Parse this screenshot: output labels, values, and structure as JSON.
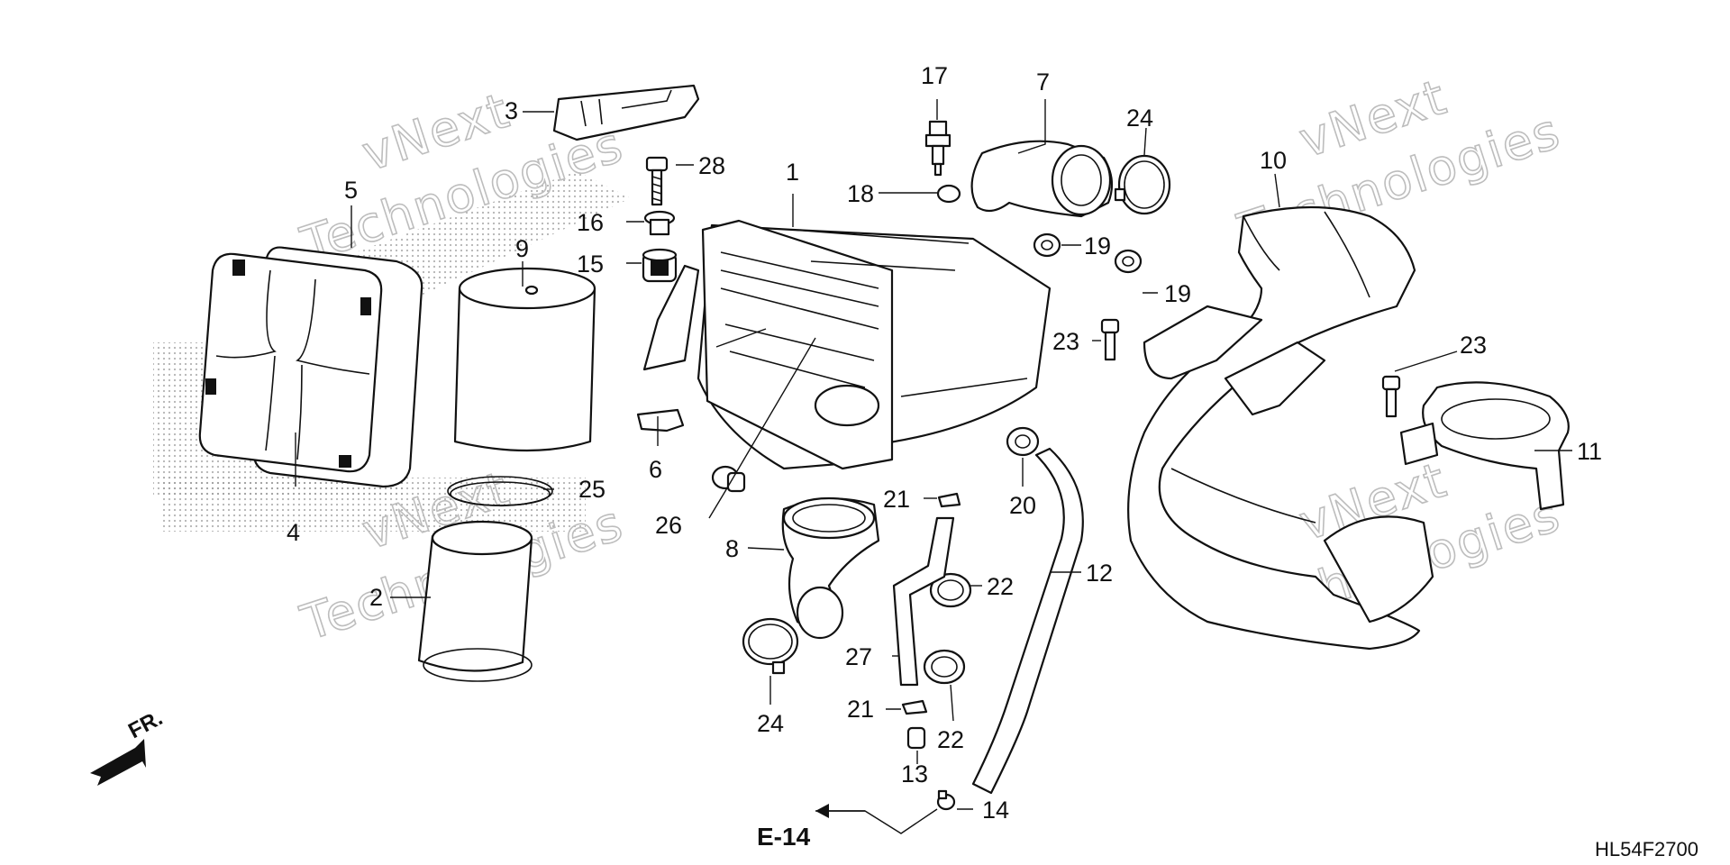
{
  "diagram": {
    "part_callouts": [
      "1",
      "2",
      "3",
      "4",
      "5",
      "6",
      "7",
      "8",
      "9",
      "10",
      "11",
      "12",
      "13",
      "14",
      "15",
      "16",
      "17",
      "18",
      "19",
      "19",
      "20",
      "21",
      "21",
      "22",
      "22",
      "23",
      "23",
      "24",
      "24",
      "25",
      "26",
      "27",
      "28"
    ],
    "reference": "E-14",
    "direction_label": "FR.",
    "diagram_code": "HL54F2700",
    "watermark": {
      "line1": "vNext",
      "line2": "Technologies"
    }
  }
}
